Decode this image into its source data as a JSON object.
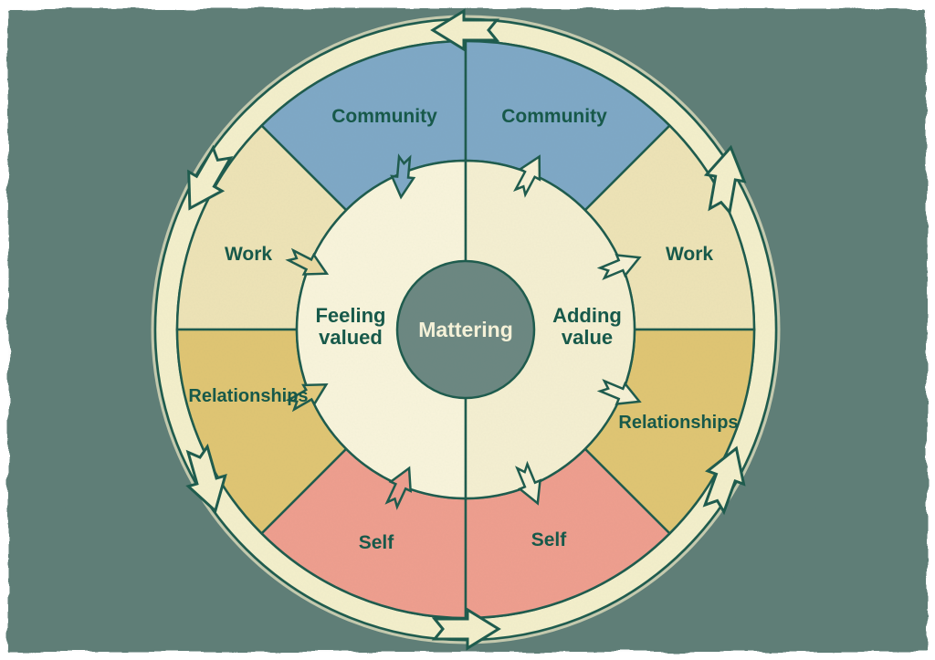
{
  "theme": {
    "background": "#5f7e77",
    "paper_edge": "#ffffff",
    "outline": "#1e5b4d",
    "label_color": "#17594a",
    "ring": "#f4efcb",
    "ring_halo": "#e9e5c2",
    "inner_left_fill": "#f9f4db",
    "inner_right_fill": "#f5efd1",
    "center_fill": "#6c8781",
    "center_text": "#f5f1d8",
    "colors": {
      "community": "#7fa8c6",
      "work": "#eee3b6",
      "relationships": "#e0c573",
      "self": "#ef9e8e"
    },
    "flow_arrow_fills": {
      "community_left": "#7fa8c6",
      "work_left": "#ebd9a2",
      "relationships_left": "#e4c97c",
      "self_left": "#ef9e8e",
      "outward": "#f7f1d5"
    }
  },
  "center_label": "Mattering",
  "inner_ring": {
    "left": {
      "line1": "Feeling",
      "line2": "valued"
    },
    "right": {
      "line1": "Adding",
      "line2": "value"
    }
  },
  "segments": {
    "community_left": "Community",
    "community_right": "Community",
    "work_left": "Work",
    "work_right": "Work",
    "relationships_left": "Relationships",
    "relationships_right": "Relationships",
    "self_left": "Self",
    "self_right": "Self"
  }
}
